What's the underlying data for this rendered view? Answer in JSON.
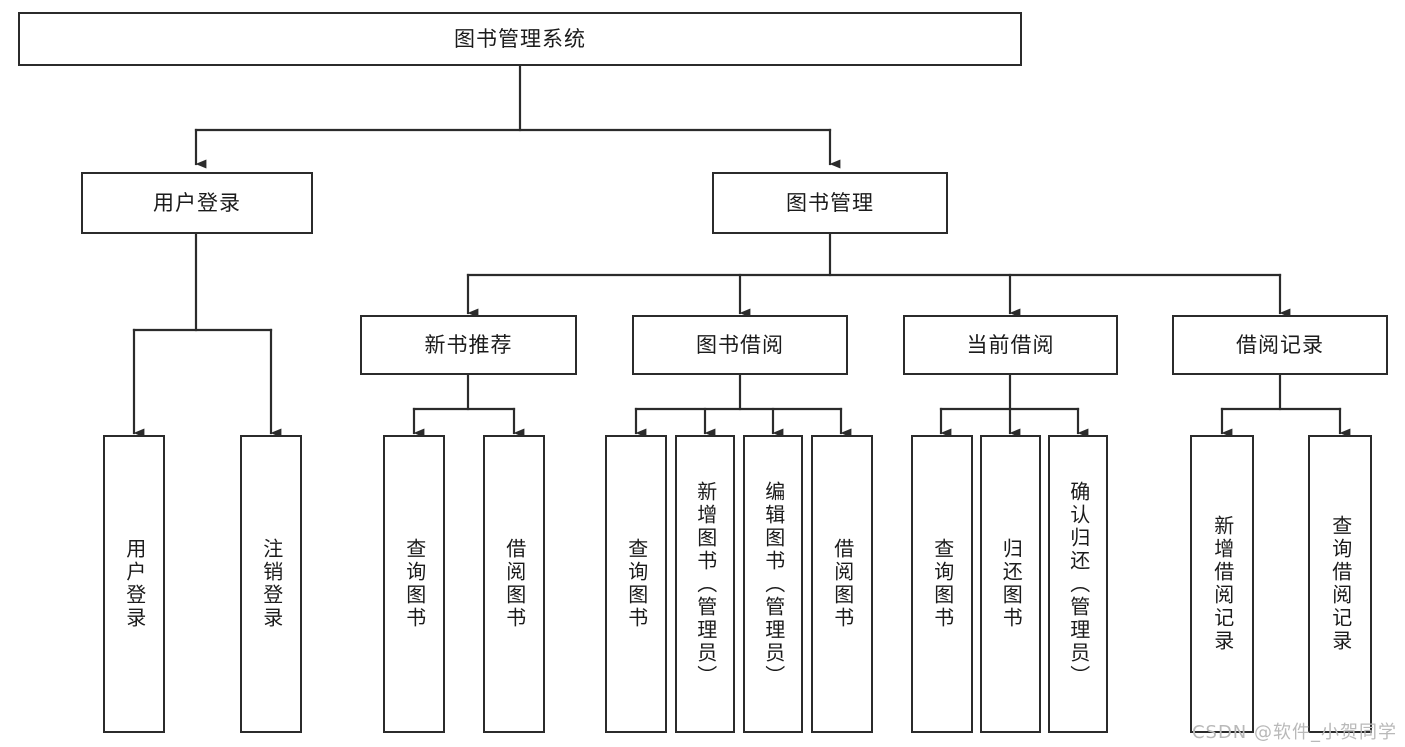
{
  "diagram": {
    "type": "tree",
    "title": "图书管理系统",
    "watermark": "CSDN @软件_小贺同学",
    "colors": {
      "stroke": "#2b2b2b",
      "background": "#ffffff",
      "text": "#1b1b1b",
      "watermark": "#b9b9b9"
    },
    "nodes": {
      "root": "图书管理系统",
      "level2": [
        "用户登录",
        "图书管理"
      ],
      "level3": [
        "新书推荐",
        "图书借阅",
        "当前借阅",
        "借阅记录"
      ],
      "leaves": {
        "user_login": [
          "用户登录",
          "注销登录"
        ],
        "new_book": [
          "查询图书",
          "借阅图书"
        ],
        "book_borrow": [
          "查询图书",
          "新增图书（管理员）",
          "编辑图书（管理员）",
          "借阅图书"
        ],
        "current_borrow": [
          "查询图书",
          "归还图书",
          "确认归还（管理员）"
        ],
        "borrow_record": [
          "新增借阅记录",
          "查询借阅记录"
        ]
      }
    }
  }
}
